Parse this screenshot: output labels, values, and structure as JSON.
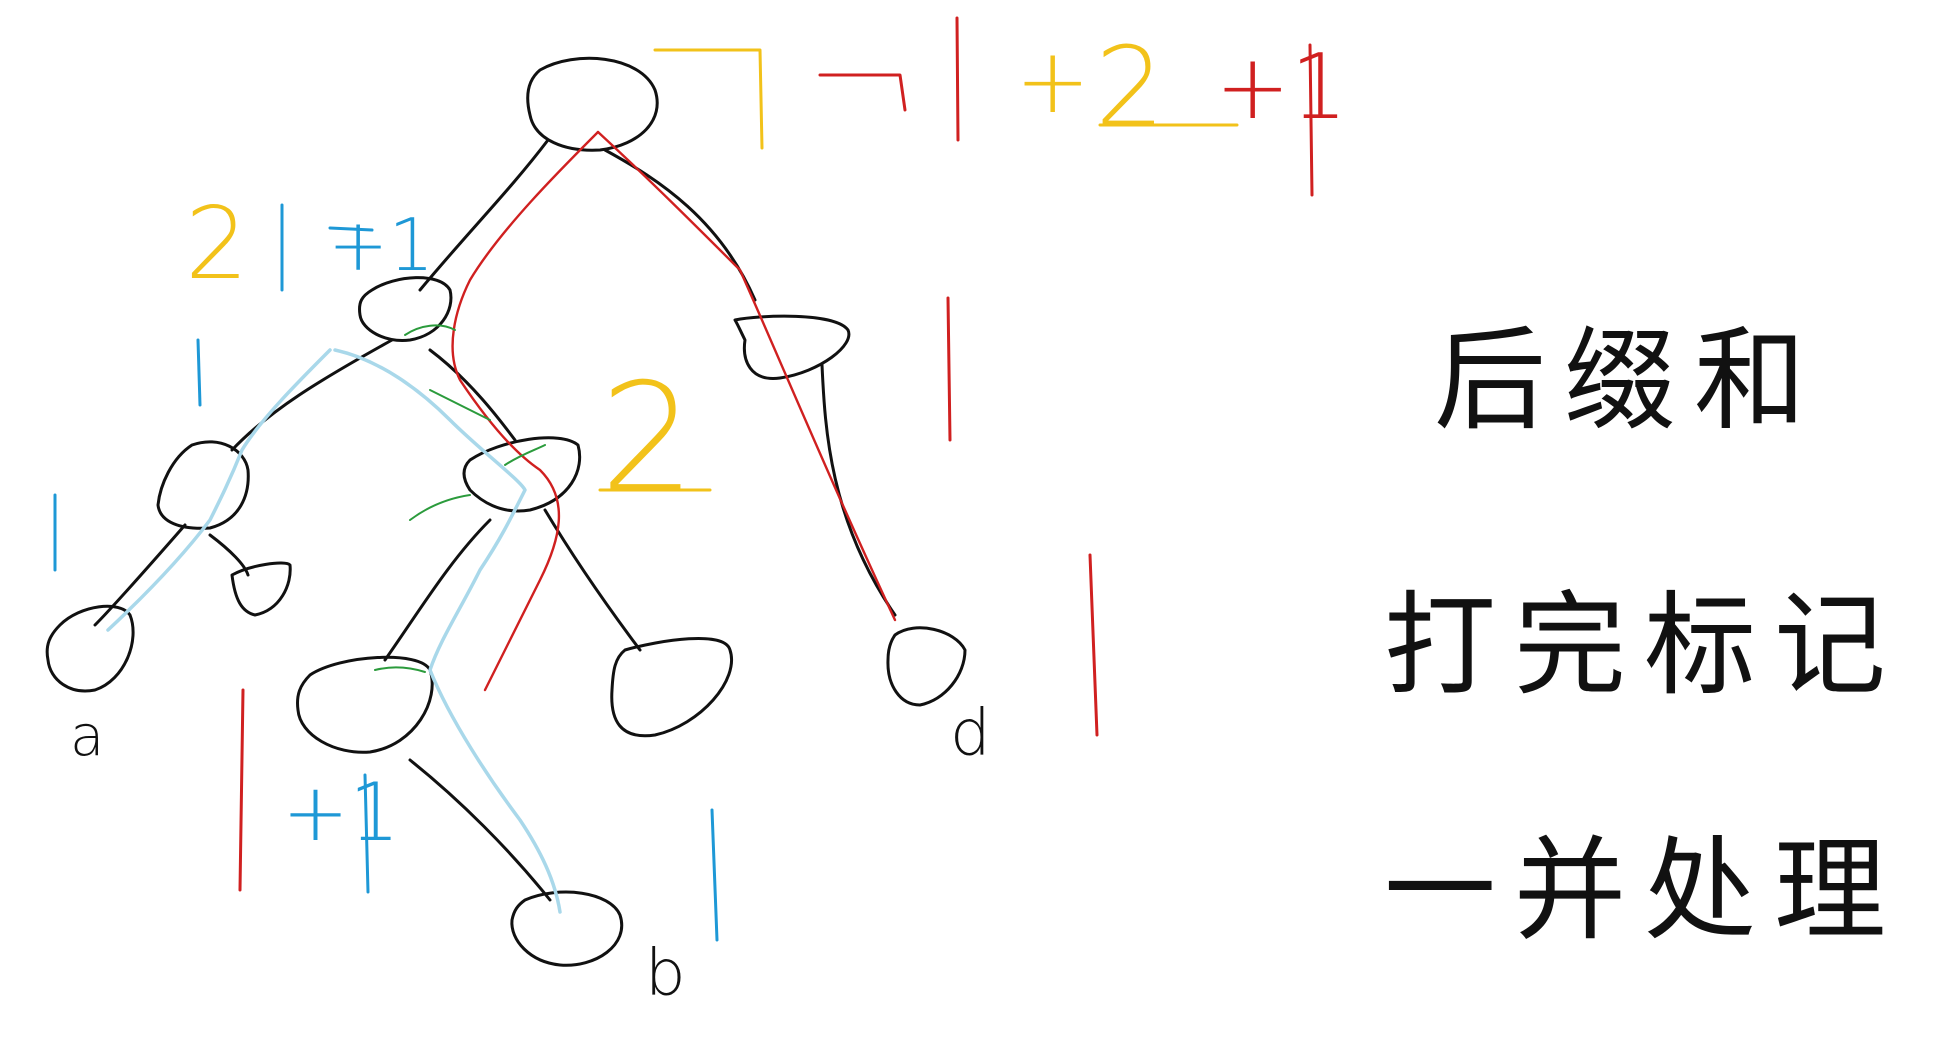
{
  "colors": {
    "ink": "#111111",
    "red": "#d02020",
    "yellow": "#f2c21a",
    "blue": "#1e98d6",
    "light_blue": "#a9d8ea",
    "green": "#2b9b3c"
  },
  "note": {
    "line1": "后缀和",
    "line2": "打完标记",
    "line3": "一并处理"
  },
  "leaf_labels": {
    "a": "a",
    "b": "b",
    "d": "d"
  },
  "annotations": {
    "top_yellow_plus": "+",
    "top_yellow_two": "2",
    "top_red_plus1": "+1",
    "left_yellow_two": "2",
    "left_blue_plus1": "+1",
    "mid_yellow_two": "2",
    "bottom_blue_plus1": "+1"
  }
}
